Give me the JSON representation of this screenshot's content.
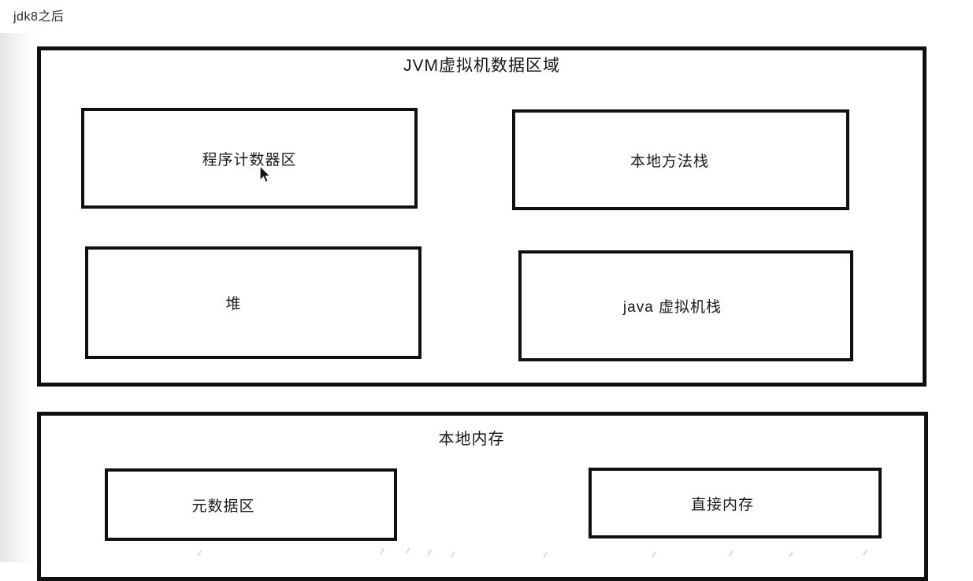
{
  "page": {
    "top_label": "jdk8之后"
  },
  "sections": {
    "jvm": {
      "title": "JVM虚拟机数据区域",
      "boxes": [
        {
          "label": "程序计数器区"
        },
        {
          "label": "本地方法栈"
        },
        {
          "label": "堆"
        },
        {
          "label": "java 虚拟机栈"
        }
      ]
    },
    "native": {
      "title": "本地内存",
      "boxes": [
        {
          "label": "元数据区"
        },
        {
          "label": "直接内存"
        }
      ]
    }
  },
  "cursor": {
    "icon": "arrow-cursor"
  },
  "colors": {
    "border": "#101010",
    "text": "#1e1e1e",
    "background": "#ffffff",
    "edge_shade": "#e6e6e6",
    "sketch": "#c6c6c6"
  }
}
